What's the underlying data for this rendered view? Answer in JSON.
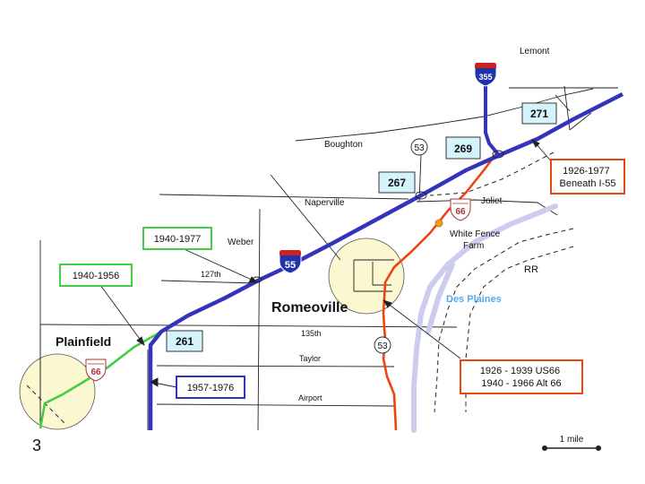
{
  "page_number": "3",
  "place_labels": {
    "lemont": "Lemont",
    "boughton": "Boughton",
    "naperville": "Naperville",
    "joliet": "Joliet",
    "weber": "Weber",
    "white_fence_farm": "White Fence\nFarm",
    "rr": "RR",
    "des_plaines": "Des Plaines",
    "romeoville": "Romeoville",
    "plainfield": "Plainfield",
    "road_127th": "127th",
    "road_135th": "135th",
    "taylor": "Taylor",
    "airport": "Airport"
  },
  "exit_labels": {
    "exit_271": "271",
    "exit_269": "269",
    "exit_267": "267",
    "exit_261": "261"
  },
  "shields": {
    "i355": "355",
    "i55": "55",
    "route53_north": "53",
    "route53_south": "53",
    "us66": "66"
  },
  "callouts": {
    "beneath_i55": "1926-1977\nBeneath I-55",
    "green_1940_1977": "1940-1977",
    "green_1940_1956": "1940-1956",
    "blue_1957_1976": "1957-1976",
    "route_history": "1926 - 1939 US66\n1940 - 1966 Alt 66"
  },
  "scale_label": "1 mile",
  "colors": {
    "interstate": "#3333bb",
    "old_66_orange": "#ee4411",
    "route_green": "#44cc44",
    "des_plaines_river": "#ccccee",
    "highlight_circle": "#fbf7d0",
    "exit_box_fill": "#d5f3fb",
    "callout_red": "#ee4411",
    "callout_green": "#44cc44",
    "callout_blue": "#3333bb"
  }
}
